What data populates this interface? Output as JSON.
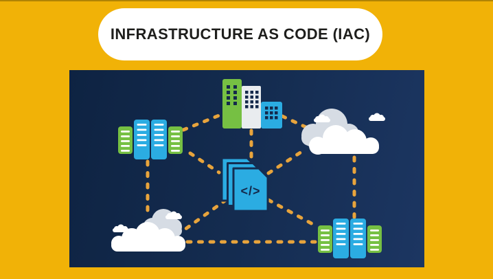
{
  "title": {
    "text": "INFRASTRUCTURE AS CODE (IAC)"
  },
  "colors": {
    "background": "#F1B207",
    "panel": "#142C50",
    "panel-edge": "#0E2342",
    "panel-light": "#1C3662",
    "dash": "#E8A43C",
    "green": "#76C043",
    "cyan": "#2BACE2",
    "building-white": "#E9ECEF",
    "cloud-gray": "#D6DCE4",
    "cloud-white": "#FFFFFF",
    "window-navy": "#14294B",
    "title-text": "#1E1E1C",
    "title-bg": "#FFFFFF"
  },
  "diagram": {
    "code_label": "</>",
    "nodes": [
      {
        "id": "server-cluster-left",
        "type": "servers"
      },
      {
        "id": "buildings",
        "type": "buildings"
      },
      {
        "id": "cloud-right",
        "type": "cloud"
      },
      {
        "id": "code-documents",
        "type": "code-files"
      },
      {
        "id": "cloud-bottom-left",
        "type": "cloud"
      },
      {
        "id": "server-cluster-bottom-right",
        "type": "servers"
      }
    ],
    "connections": [
      "server-cluster-left to buildings",
      "buildings to cloud-right",
      "buildings to code-documents",
      "server-cluster-left to code-documents",
      "code-documents to cloud-right",
      "server-cluster-left to cloud-bottom-left",
      "cloud-right to server-cluster-bottom-right",
      "code-documents to cloud-bottom-left",
      "code-documents to server-cluster-bottom-right",
      "cloud-bottom-left to server-cluster-bottom-right"
    ]
  }
}
